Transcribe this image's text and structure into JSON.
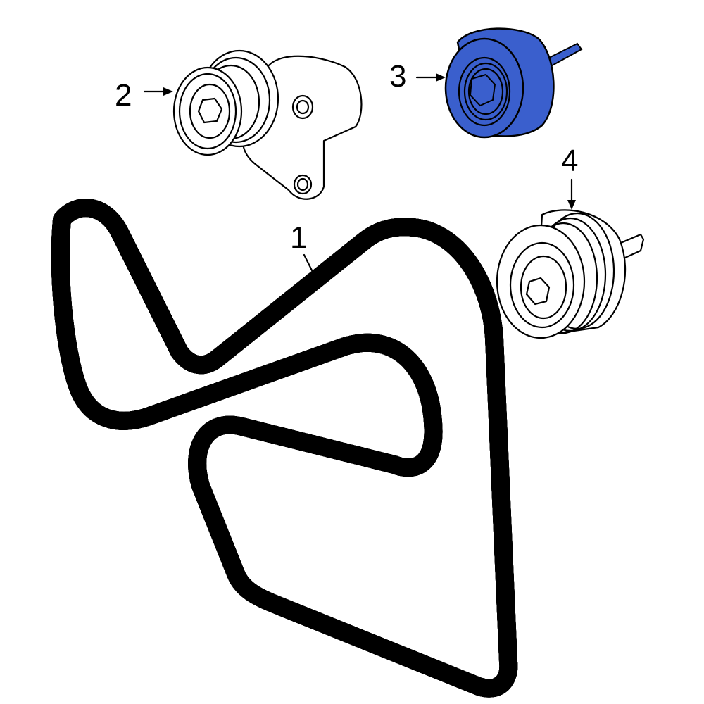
{
  "diagram": {
    "parts": [
      {
        "callout": "1",
        "part": "belt"
      },
      {
        "callout": "2",
        "part": "tensioner"
      },
      {
        "callout": "3",
        "part": "idler-pulley",
        "highlighted": true
      },
      {
        "callout": "4",
        "part": "idler-pulley"
      }
    ],
    "colors": {
      "highlight": "#3a5fcd",
      "line": "#000000",
      "background": "#ffffff"
    }
  }
}
